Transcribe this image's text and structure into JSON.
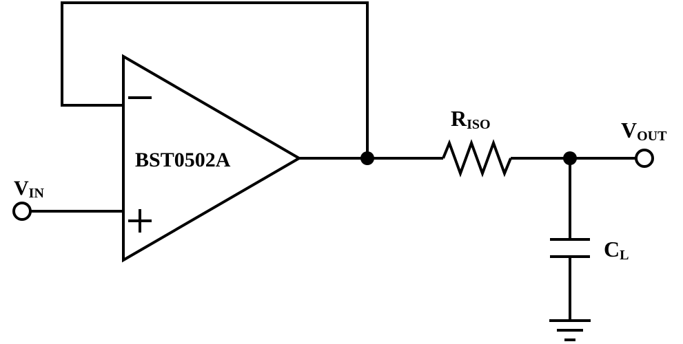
{
  "diagram": {
    "title": "",
    "opamp": {
      "name": "BST0502A",
      "inverting_symbol": "−",
      "noninverting_symbol": "+"
    },
    "vin": {
      "main": "V",
      "sub": "IN"
    },
    "vout": {
      "main": "V",
      "sub": "OUT"
    },
    "resistor": {
      "main": "R",
      "sub": "ISO"
    },
    "capacitor": {
      "main": "C",
      "sub": "L"
    }
  },
  "colors": {
    "wire": "#000000",
    "background": "#ffffff"
  }
}
